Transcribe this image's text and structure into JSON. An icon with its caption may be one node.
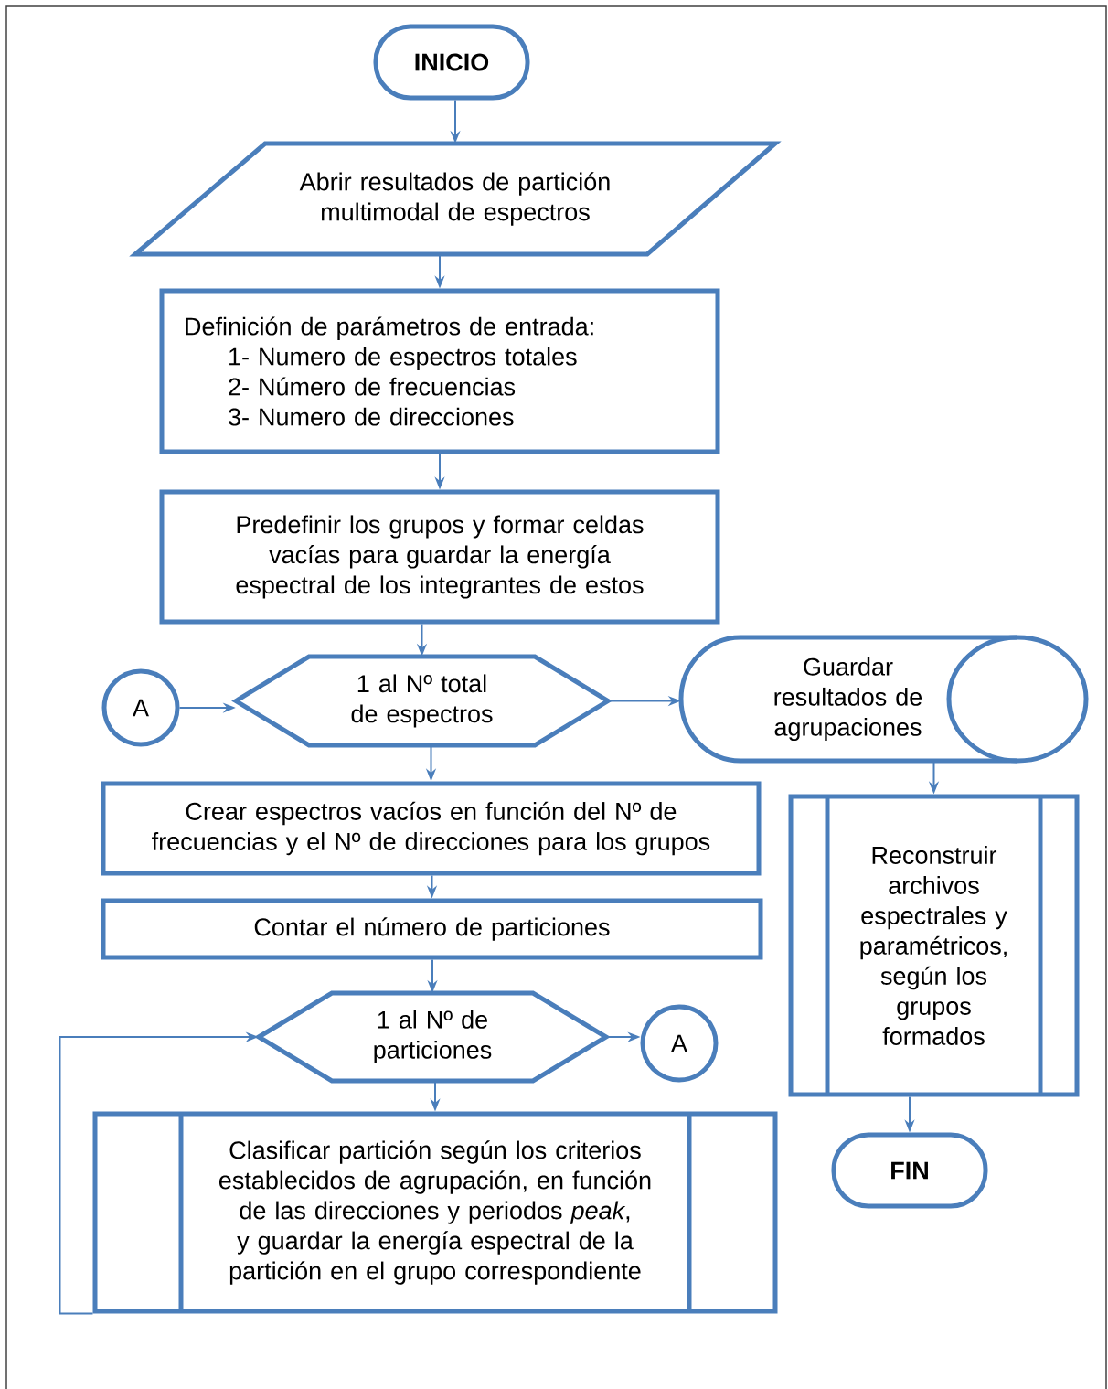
{
  "diagram": {
    "nodes": [
      {
        "text": [
          "INICIO"
        ]
      },
      {
        "text": [
          "Abrir resultados de partición multimodal de espectros"
        ]
      },
      {
        "text": [
          "Definición de parámetros de entrada:",
          "1- Numero de espectros totales",
          "2- Número de frecuencias",
          "3- Numero de direcciones"
        ]
      },
      {
        "text": [
          "Predefinir los grupos y formar celdas vacías para guardar la energía espectral de los integrantes de estos"
        ]
      },
      {
        "text": [
          "1 al Nº total de espectros"
        ]
      },
      {
        "text": [
          "A"
        ]
      },
      {
        "text": [
          "Guardar resultados de agrupaciones"
        ]
      },
      {
        "text": [
          "Crear espectros vacíos en función del Nº de frecuencias y el Nº de direcciones para los grupos"
        ]
      },
      {
        "text": [
          "Contar el número de particiones"
        ]
      },
      {
        "text": [
          "1 al Nº de particiones"
        ]
      },
      {
        "text": [
          "A"
        ]
      },
      {
        "text": [
          "Clasificar partición según los criterios establecidos de agrupación, en función de las direcciones y periodos *peak*, y guardar la energía espectral de la partición en el grupo correspondiente"
        ]
      },
      {
        "text": [
          "Reconstruir archivos espectrales y paramétricos, según los grupos formados"
        ]
      },
      {
        "text": [
          "FIN"
        ]
      }
    ],
    "edges": [
      {
        "from": 0,
        "to": 1,
        "arrow": "to"
      },
      {
        "from": 1,
        "to": 2,
        "arrow": "to"
      },
      {
        "from": 2,
        "to": 3,
        "arrow": "to"
      },
      {
        "from": 3,
        "to": 4,
        "arrow": "to"
      },
      {
        "from": 5,
        "to": 4,
        "arrow": "to"
      },
      {
        "from": 4,
        "to": 6,
        "arrow": "to"
      },
      {
        "from": 4,
        "to": 7,
        "arrow": "to"
      },
      {
        "from": 7,
        "to": 8,
        "arrow": "to"
      },
      {
        "from": 8,
        "to": 9,
        "arrow": "to"
      },
      {
        "from": 9,
        "to": 10,
        "arrow": "to"
      },
      {
        "from": 9,
        "to": 11,
        "arrow": "to"
      },
      {
        "from": 11,
        "to": 9,
        "arrow": "to"
      },
      {
        "from": 6,
        "to": 12,
        "arrow": "to"
      },
      {
        "from": 12,
        "to": 13,
        "arrow": "to"
      }
    ]
  }
}
